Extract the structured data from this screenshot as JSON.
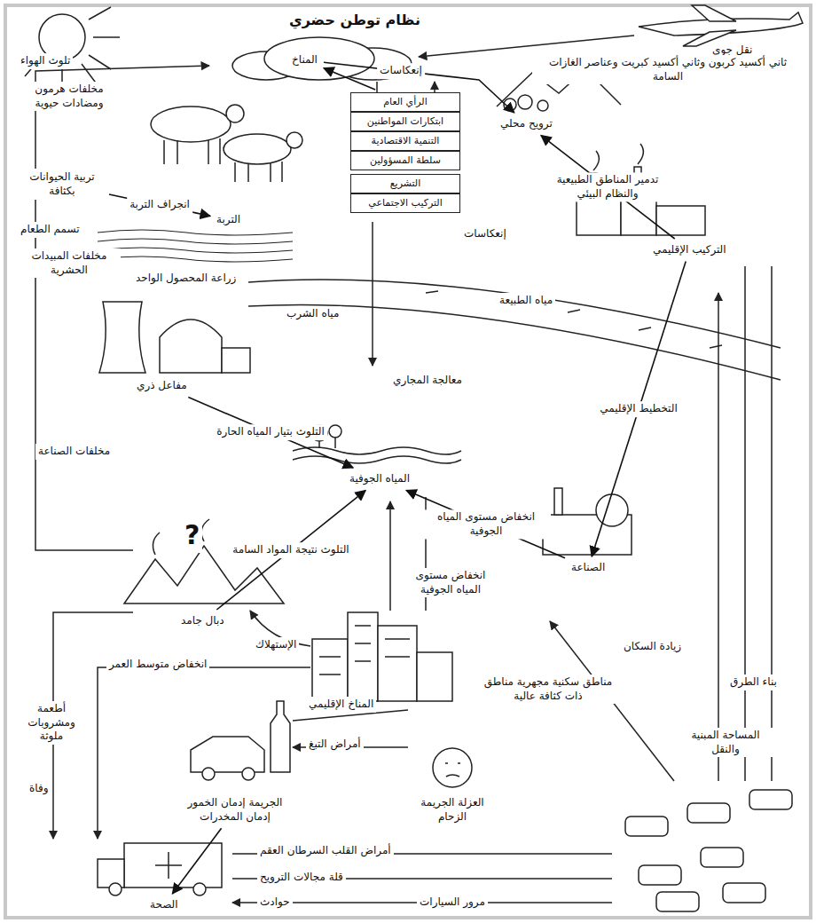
{
  "diagram": {
    "title": "نظام توطن حضري",
    "nodes": [
      {
        "text": [
          "المناخ"
        ]
      },
      {
        "text": [
          "الرأي العام"
        ]
      },
      {
        "text": [
          "ابتكارات المواطنين"
        ]
      },
      {
        "text": [
          "التنمية الاقتصادية"
        ]
      },
      {
        "text": [
          "سلطة المسؤولين"
        ]
      },
      {
        "text": [
          "التشريع"
        ]
      },
      {
        "text": [
          "التركيب الاجتماعي"
        ]
      },
      {
        "text": [
          "ترويح محلي"
        ]
      },
      {
        "text": [
          "التركيب الإقليمي"
        ]
      },
      {
        "text": [
          "تربية الحيوانات بكثافة"
        ]
      },
      {
        "text": [
          "التربة"
        ]
      },
      {
        "text": [
          "مفاعل ذري"
        ]
      },
      {
        "text": [
          "المياه الجوفية"
        ]
      },
      {
        "text": [
          "دبال جامد"
        ]
      },
      {
        "text": [
          "الصناعة"
        ]
      },
      {
        "text": [
          "الصحة"
        ]
      },
      {
        "text": [
          "الجريمة إدمان الخمور إدمان المخدرات"
        ]
      },
      {
        "text": [
          "العزلة الجريمة الزحام"
        ]
      }
    ],
    "edges": [
      {
        "from": 1,
        "to": 0,
        "arrow": "to"
      },
      {
        "from": 0,
        "to": 7,
        "label": "إنعكاسات",
        "arrow": "to"
      },
      {
        "from": 8,
        "to": 7,
        "label": "تدمير المناطق الطبيعية والنظام البيئي",
        "arrow": "to"
      },
      {
        "from": 9,
        "to": 10,
        "label": "انجراف التربة",
        "arrow": "to"
      },
      {
        "from": 11,
        "to": 12,
        "label": "التلوث بتيار المياه الحارة",
        "arrow": "to"
      },
      {
        "from": 13,
        "to": 12,
        "label": "التلوث نتيجة المواد السامة",
        "arrow": "to"
      },
      {
        "from": 14,
        "to": 12,
        "label": "انخفاض مستوى المياه الجوفية",
        "arrow": "to"
      },
      {
        "from": 16,
        "to": 15,
        "arrow": "to"
      },
      {
        "from": 8,
        "to": 14,
        "label": "التخطيط الإقليمي",
        "arrow": "to"
      }
    ],
    "labels": [
      "نقل جوي",
      "ثاني أكسيد كربون وثاني أكسيد كبريت وعناصر الغازات السامة",
      "تلوث الهواء",
      "مخلفات هرمون ومضادات حيوية",
      "تسمم الطعام",
      "زراعة المحصول الواحد",
      "مخلفات المبيدات الحشرية",
      "إنعكاسات",
      "مياه الطبيعة",
      "مياه الشرب",
      "معالجة المجاري",
      "مخلفات الصناعة",
      "انخفاض مستوى المياه الجوفية",
      "الإستهلاك",
      "انخفاض متوسط العمر",
      "أطعمة ومشروبات ملوثة",
      "وفاة",
      "المناخ الإقليمي",
      "أمراض التبغ",
      "أمراض القلب السرطان العقم",
      "قلة مجالات الترويح",
      "حوادث",
      "مرور السيارات",
      "زيادة السكان",
      "بناء الطرق",
      "المساحة المبنية والنقل",
      "مناطق سكنية مجهرية مناطق ذات كثافة عالية",
      "?"
    ]
  }
}
